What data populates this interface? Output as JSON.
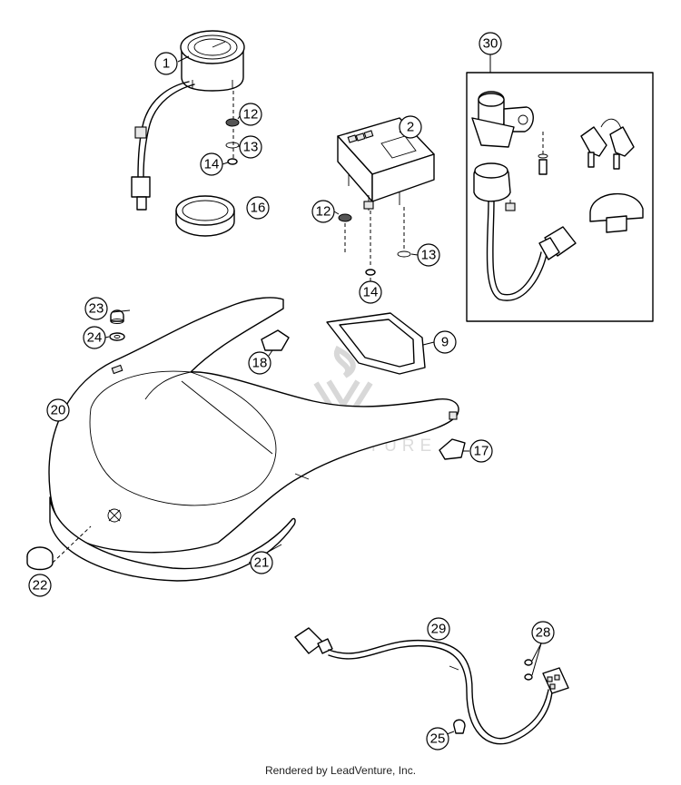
{
  "watermark": {
    "brand": "LEADVENTURE"
  },
  "footer": {
    "text": "Rendered by LeadVenture, Inc."
  },
  "callouts": {
    "c1": "1",
    "c2": "2",
    "c9": "9",
    "c12a": "12",
    "c12b": "12",
    "c13a": "13",
    "c13b": "13",
    "c14a": "14",
    "c14b": "14",
    "c16": "16",
    "c17": "17",
    "c18": "18",
    "c20": "20",
    "c21": "21",
    "c22": "22",
    "c23": "23",
    "c24": "24",
    "c25": "25",
    "c28": "28",
    "c29": "29",
    "c30": "30"
  }
}
